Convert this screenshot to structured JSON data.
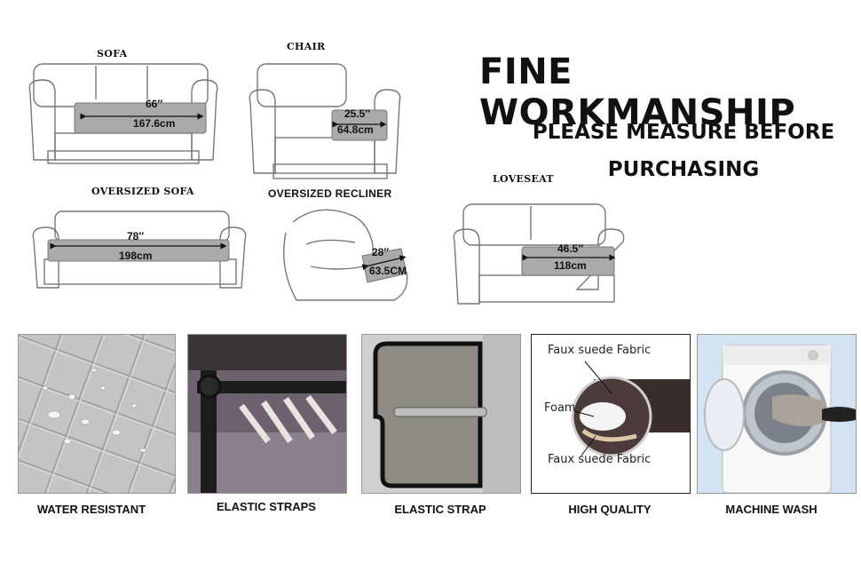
{
  "headline": "FINE WORKMANSHIP",
  "subheadline_line1": "PLEASE MEASURE BEFORE",
  "subheadline_line2": "PURCHASING",
  "furniture": [
    {
      "label": "SOFA",
      "inch": "66″",
      "cm": "167.6cm"
    },
    {
      "label": "CHAIR",
      "inch": "25.5″",
      "cm": "64.8cm"
    },
    {
      "label": "OVERSIZED SOFA",
      "inch": "78″",
      "cm": "198cm"
    },
    {
      "label": "OVERSIZED RECLINER",
      "inch": "28″",
      "cm": "63.5CM"
    },
    {
      "label": "LOVESEAT",
      "inch": "46.5″",
      "cm": "118cm"
    }
  ],
  "features": [
    {
      "caption": "WATER RESISTANT"
    },
    {
      "caption": "ELASTIC STRAPS"
    },
    {
      "caption": "ELASTIC STRAP"
    },
    {
      "caption": "HIGH QUALITY"
    },
    {
      "caption": "MACHINE WASH"
    }
  ],
  "fabric_layers": {
    "top": "Faux suede Fabric",
    "middle": "Foam",
    "bottom": "Faux suede Fabric"
  }
}
